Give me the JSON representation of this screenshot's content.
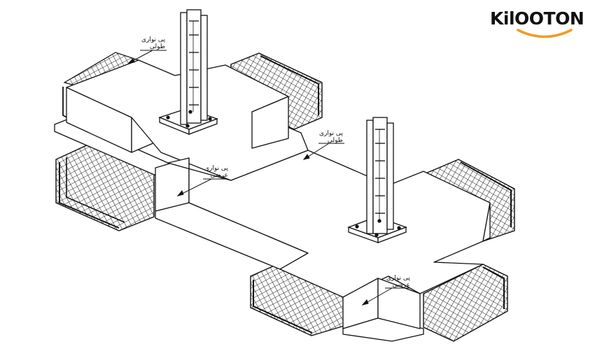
{
  "logo": {
    "wordmark": "KilOOTON",
    "accent_color": "#f39a1e"
  },
  "labels": [
    {
      "line1": "پی نواری",
      "line2": "طولی"
    },
    {
      "line1": "پی نواری",
      "line2": "طولی"
    },
    {
      "line1": "پی نواری",
      "line2": "عرضی"
    },
    {
      "line1": "پی نواری",
      "line2": "عرضی"
    }
  ]
}
